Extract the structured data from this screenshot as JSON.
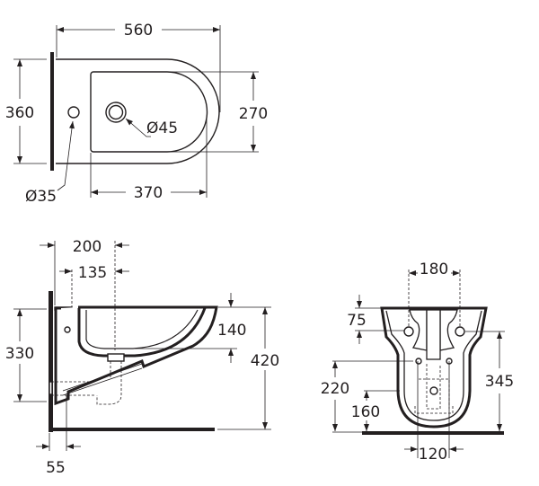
{
  "title": "Wall-hung bidet technical drawing",
  "top_view": {
    "length": "560",
    "width": "360",
    "inner_width": "270",
    "inner_length": "370",
    "tap_hole": "Ø35",
    "drain_hole": "Ø45"
  },
  "side_view": {
    "fixing_to_axis": "200",
    "inlet_to_axis": "135",
    "bowl_depth": "140",
    "fixing_height": "330",
    "rim_height": "420",
    "wall_offset": "55"
  },
  "front_view": {
    "fixing_spacing": "180",
    "fixing_below_rim": "75",
    "fixing_height": "345",
    "waste_height": "220",
    "supply_height": "160",
    "waste_spacing": "120"
  },
  "colors": {
    "line": "#231f20",
    "background": "#ffffff"
  }
}
